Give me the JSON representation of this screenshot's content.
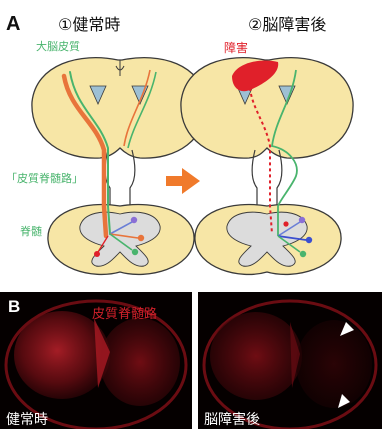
{
  "panel_a": {
    "letter": "A",
    "left_title": "①健常時",
    "right_title": "②脳障害後",
    "label_cortex": "大脳皮質",
    "label_tract": "「皮質脊髄路」",
    "label_spinal": "脊髄",
    "label_damage": "障害"
  },
  "panel_b": {
    "letter": "B",
    "tract_label": "皮質脊髄路",
    "left_caption": "健常時",
    "right_caption": "脳障害後"
  },
  "colors": {
    "brain_fill": "#f7e6a6",
    "brain_outline": "#3a3a3a",
    "ventricle": "#9ec0d4",
    "healthy_tract_orange": "#e8743b",
    "healthy_tract_green": "#49b46d",
    "damage_red": "#e0202a",
    "grey_matter": "#dcdcdc",
    "arrow": "#f07a2b",
    "micrograph_bg": "#050000",
    "micrograph_red": "#d0202a"
  }
}
